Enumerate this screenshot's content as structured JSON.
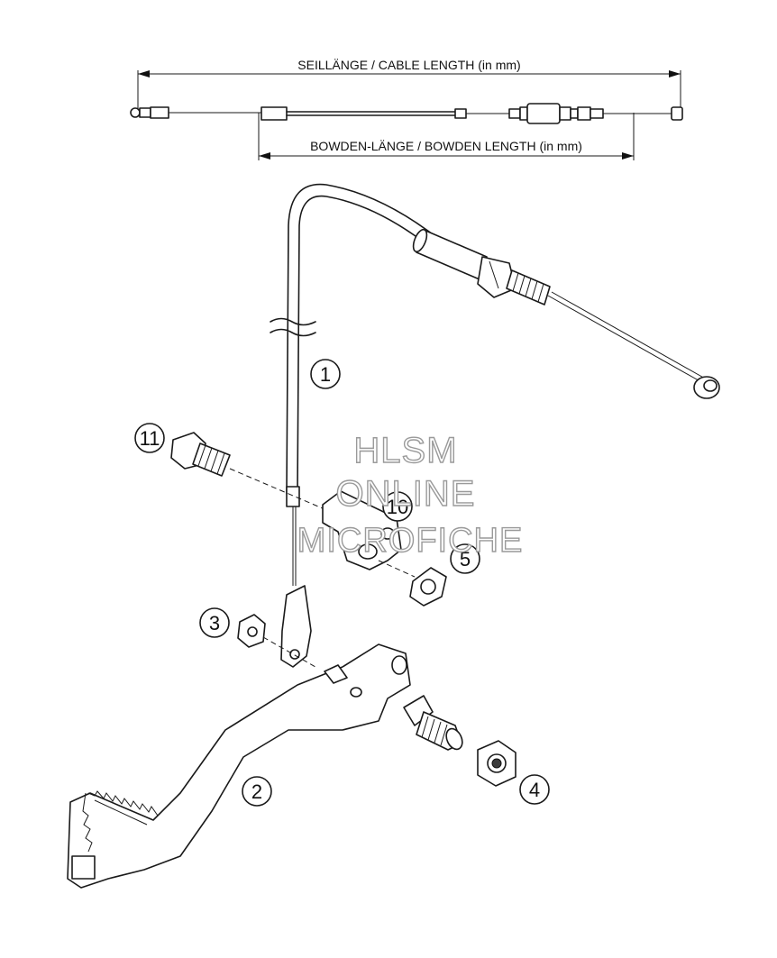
{
  "dimensions": {
    "cable_length_label": "SEILLÄNGE / CABLE LENGTH (in mm)",
    "bowden_length_label": "BOWDEN-LÄNGE / BOWDEN LENGTH (in mm)"
  },
  "callouts": [
    {
      "id": "1",
      "label": "1"
    },
    {
      "id": "2",
      "label": "2"
    },
    {
      "id": "3",
      "label": "3"
    },
    {
      "id": "4",
      "label": "4"
    },
    {
      "id": "5",
      "label": "5"
    },
    {
      "id": "10",
      "label": "10"
    },
    {
      "id": "11",
      "label": "11"
    }
  ],
  "watermark": {
    "line1": "HLSM",
    "line2": "ONLINE",
    "line3": "MICROFICHE"
  }
}
